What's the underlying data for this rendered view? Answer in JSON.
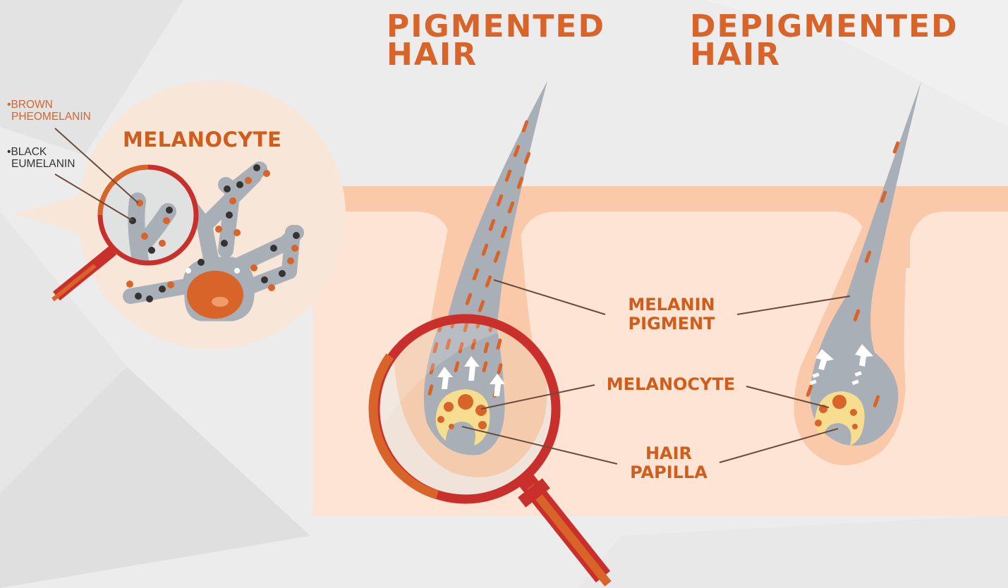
{
  "titles": {
    "pigmented": [
      "PIGMENTED",
      "HAIR"
    ],
    "depigmented": [
      "DEPIGMENTED",
      "HAIR"
    ]
  },
  "melanocyte_inset": {
    "title": "MELANOCYTE",
    "legend": [
      {
        "bullet": "•",
        "lines": [
          "BROWN",
          "PHEOMELANIN"
        ],
        "color": "#d8642a"
      },
      {
        "bullet": "•",
        "lines": [
          "BLACK",
          "EUMELANIN"
        ],
        "color": "#333333"
      }
    ]
  },
  "labels": {
    "melanin_pigment": [
      "MELANIN",
      "PIGMENT"
    ],
    "melanocyte": [
      "MELANOCYTE"
    ],
    "hair_papilla": [
      "HAIR",
      "PAPILLA"
    ]
  },
  "colors": {
    "accent_orange": "#d8642a",
    "magnifier_red": "#c9302c",
    "skin_light": "#fde4d4",
    "skin_band": "#f9c9a9",
    "hair_grey": "#a9afb6",
    "papilla_yellow": "#f7dd8f"
  }
}
